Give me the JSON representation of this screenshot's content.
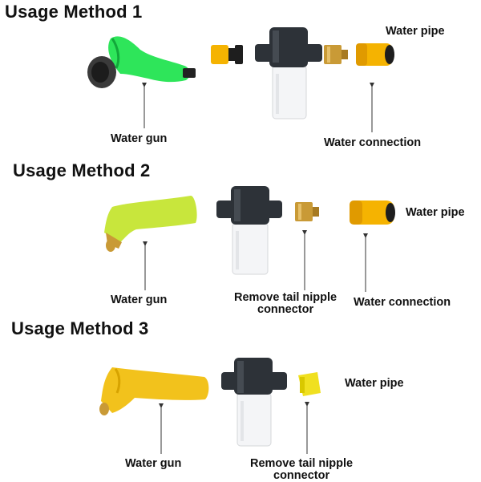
{
  "sections": [
    {
      "heading": "Usage Method 1",
      "labels": {
        "gun": "Water gun",
        "connection": "Water connection",
        "pipe": "Water pipe"
      }
    },
    {
      "heading": "Usage Method 2",
      "labels": {
        "gun": "Water gun",
        "nipple_line1": "Remove tail nipple",
        "nipple_line2": "connector",
        "connection": "Water connection",
        "pipe": "Water pipe"
      }
    },
    {
      "heading": "Usage Method 3",
      "labels": {
        "gun": "Water gun",
        "nipple_line1": "Remove tail nipple",
        "nipple_line2": "connector",
        "pipe": "Water pipe"
      }
    }
  ],
  "colors": {
    "gun_method_1": "#2ee55a",
    "gun_method_2": "#c8e63c",
    "gun_method_3": "#f2c21c",
    "connector_yellow": "#f5b301",
    "brass": "#c99a36",
    "bottle_cap": "#2d3238"
  }
}
